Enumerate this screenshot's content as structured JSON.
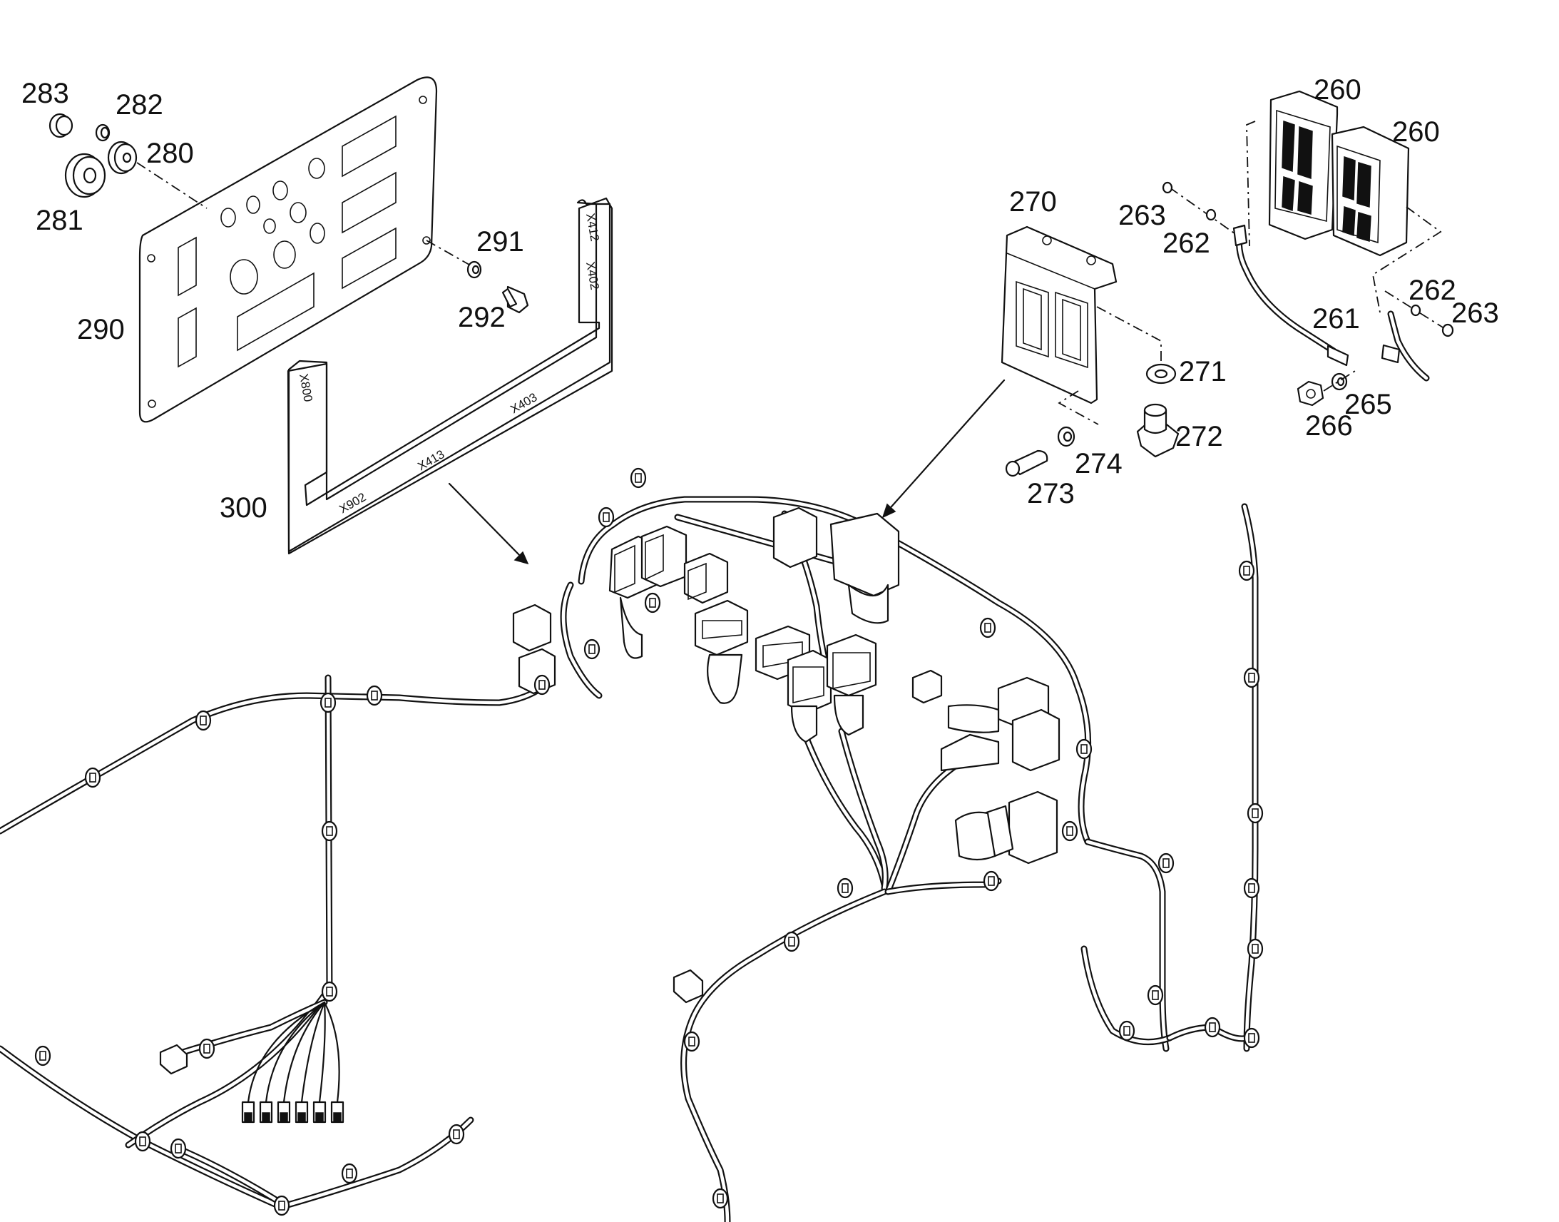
{
  "labels": {
    "l260a": "260",
    "l260b": "260",
    "l261": "261",
    "l262a": "262",
    "l262b": "262",
    "l263a": "263",
    "l263b": "263",
    "l265": "265",
    "l266": "266",
    "l270": "270",
    "l271": "271",
    "l272": "272",
    "l273": "273",
    "l274": "274",
    "l280": "280",
    "l281": "281",
    "l282": "282",
    "l283": "283",
    "l290": "290",
    "l291": "291",
    "l292": "292",
    "l300": "300"
  },
  "template_marks": {
    "x412": "X412",
    "x402": "X402",
    "x403": "X403",
    "x413": "X413",
    "x902": "X902",
    "x800": "X800"
  }
}
